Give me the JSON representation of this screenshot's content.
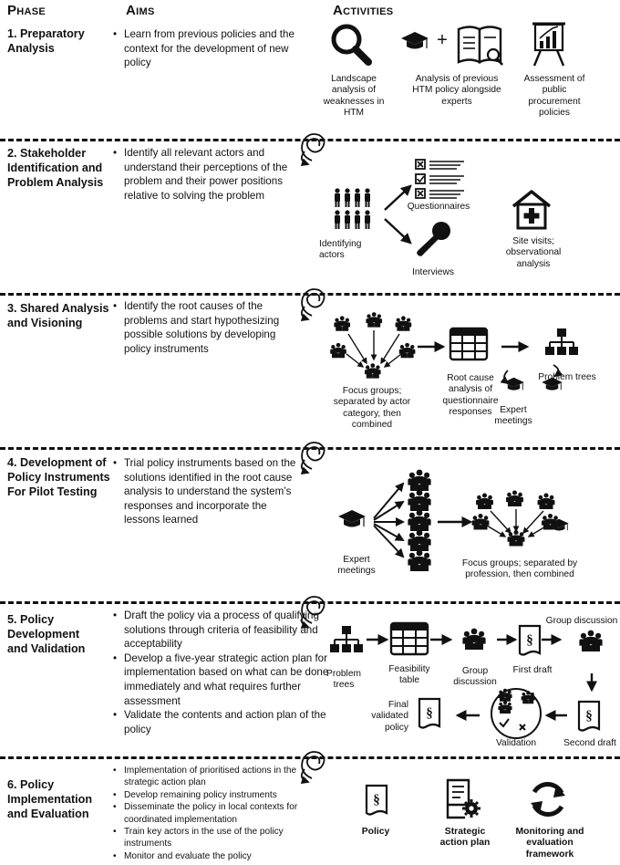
{
  "headers": {
    "phase": "Phase",
    "aims": "Aims",
    "activities": "Activities"
  },
  "phases": [
    {
      "title_lines": [
        "1. Preparatory",
        "Analysis"
      ],
      "aims": [
        "Learn from previous policies and the context for the development of new policy"
      ],
      "activities": [
        "Landscape analysis of weaknesses in HTM",
        "Analysis of previous HTM policy alongside experts",
        "Assessment of public procurement policies"
      ]
    },
    {
      "title_lines": [
        "2. Stakeholder",
        "Identification and",
        "Problem Analysis"
      ],
      "aims": [
        "Identify all relevant actors and understand their perceptions of the problem and their power positions relative to solving the problem"
      ],
      "activities": [
        "Identifying actors",
        "Questionnaires",
        "Interviews",
        "Site visits; observational analysis"
      ]
    },
    {
      "title_lines": [
        "3. Shared Analysis",
        "and Visioning"
      ],
      "aims": [
        "Identify the root causes of the problems and start hypothesizing possible solutions by developing policy instruments"
      ],
      "activities": [
        "Focus groups; separated by actor category, then combined",
        "Root cause analysis of questionnaire responses",
        "Problem trees",
        "Expert meetings"
      ]
    },
    {
      "title_lines": [
        "4. Development of",
        "Policy Instruments",
        "For Pilot Testing"
      ],
      "aims": [
        "Trial policy instruments based on the solutions identified in the root cause analysis to understand the system’s responses and incorporate the lessons learned"
      ],
      "activities": [
        "Expert meetings",
        "Focus groups; separated by profession, then combined"
      ]
    },
    {
      "title_lines": [
        "5. Policy",
        "Development",
        "and Validation"
      ],
      "aims": [
        "Draft the policy via a process of qualifying solutions through criteria of feasibility and acceptability",
        "Develop a five-year strategic action plan for implementation based on what can be done immediately and what requires further assessment",
        "Validate the contents and action plan of the policy"
      ],
      "activities": [
        "Problem trees",
        "Feasibility table",
        "Group discussion",
        "First draft",
        "Group discussion",
        "Second draft",
        "Validation",
        "Final validated policy"
      ]
    },
    {
      "title_lines": [
        "6. Policy",
        "Implementation",
        "and Evaluation"
      ],
      "aims": [
        "Implementation of prioritised actions in the strategic action plan",
        "Develop remaining policy instruments",
        "Disseminate the policy in local contexts for coordinated implementation",
        "Train key actors in the use of the policy instruments",
        "Monitor and evaluate the policy"
      ],
      "activities": [
        "Policy",
        "Strategic action plan",
        "Monitoring and evaluation framework"
      ]
    }
  ],
  "colors": {
    "ink": "#111111",
    "background": "#ffffff"
  },
  "icons": [
    "magnifier-icon",
    "graduation-cap-icon",
    "open-book-icon",
    "presentation-chart-icon",
    "people-group-icon",
    "checklist-icon",
    "microphone-icon",
    "clinic-house-icon",
    "focus-group-icon",
    "table-grid-icon",
    "hierarchy-tree-icon",
    "document-section-icon",
    "refresh-cycle-icon",
    "strategic-plan-icon",
    "spiral-arrow-icon"
  ]
}
